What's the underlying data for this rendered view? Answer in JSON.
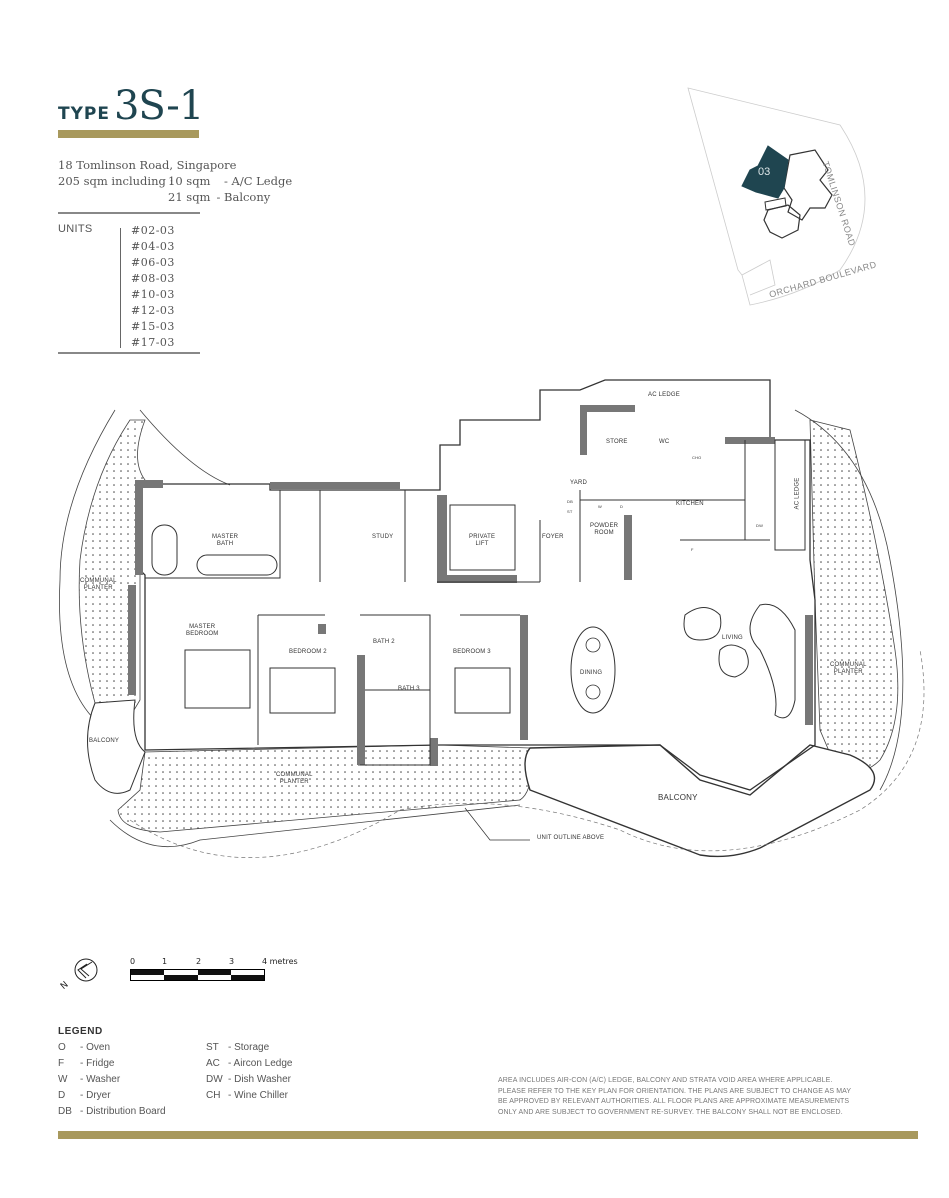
{
  "header": {
    "type_label": "TYPE",
    "type_code": "3S-1",
    "accent_color": "#a8995d",
    "title_color": "#1f4550"
  },
  "address": {
    "line1": "18 Tomlinson Road, Singapore",
    "total_area": "205 sqm including :",
    "inclusions": [
      {
        "area": "10 sqm",
        "label": "- A/C Ledge"
      },
      {
        "area": "21 sqm",
        "label": "- Balcony"
      }
    ]
  },
  "units": {
    "label": "UNITS",
    "list": [
      "#02-03",
      "#04-03",
      "#06-03",
      "#08-03",
      "#10-03",
      "#12-03",
      "#15-03",
      "#17-03"
    ]
  },
  "key_plan": {
    "highlighted_unit": "03",
    "highlight_color": "#1f4550",
    "roads": [
      "TOMLINSON ROAD",
      "ORCHARD BOULEVARD"
    ]
  },
  "floor_plan": {
    "rooms": {
      "ac_ledge_top": "AC LEDGE",
      "store": "STORE",
      "wc": "WC",
      "yard": "YARD",
      "kitchen": "KITCHEN",
      "ac_ledge_side": "AC LEDGE",
      "master_bath": [
        "MASTER",
        "BATH"
      ],
      "study": "STUDY",
      "private_lift": [
        "PRIVATE",
        "LIFT"
      ],
      "foyer": "FOYER",
      "powder_room": [
        "POWDER",
        "ROOM"
      ],
      "communal_planter_left": [
        "COMMUNAL",
        "PLANTER"
      ],
      "master_bedroom": [
        "MASTER",
        "BEDROOM"
      ],
      "bedroom2": "BEDROOM 2",
      "bath2": "BATH 2",
      "bath3": "BATH 3",
      "bedroom3": "BEDROOM 3",
      "dining": "DINING",
      "living": "LIVING",
      "communal_planter_right": [
        "COMMUNAL",
        "PLANTER"
      ],
      "balcony_small": "BALCONY",
      "communal_planter_bottom": [
        "COMMUNAL",
        "PLANTER"
      ],
      "balcony_main": "BALCONY",
      "unit_outline": "UNIT OUTLINE ABOVE"
    },
    "fixtures": {
      "ch": "CHO",
      "db": "DB",
      "st": "ST",
      "w": "W",
      "d": "D",
      "dw": "DW",
      "f": "F"
    }
  },
  "scale_bar": {
    "ticks": [
      "0",
      "1",
      "2",
      "3",
      "4 metres"
    ]
  },
  "compass": {
    "label": "N"
  },
  "legend": {
    "title": "LEGEND",
    "col1": [
      {
        "key": "O",
        "value": "- Oven"
      },
      {
        "key": "F",
        "value": "- Fridge"
      },
      {
        "key": "W",
        "value": "- Washer"
      },
      {
        "key": "D",
        "value": "- Dryer"
      },
      {
        "key": "DB",
        "value": "- Distribution Board"
      }
    ],
    "col2": [
      {
        "key": "ST",
        "value": "- Storage"
      },
      {
        "key": "AC",
        "value": "- Aircon Ledge"
      },
      {
        "key": "DW",
        "value": "- Dish Washer"
      },
      {
        "key": "CH",
        "value": "- Wine Chiller"
      }
    ]
  },
  "disclaimer": [
    "AREA INCLUDES AIR-CON (A/C) LEDGE, BALCONY AND STRATA VOID AREA WHERE APPLICABLE.",
    " PLEASE REFER TO THE KEY PLAN FOR ORIENTATION. THE PLANS ARE SUBJECT TO CHANGE AS MAY",
    "BE APPROVED BY RELEVANT AUTHORITIES. ALL FLOOR PLANS ARE APPROXIMATE MEASUREMENTS",
    "ONLY AND ARE SUBJECT TO GOVERNMENT RE-SURVEY. THE BALCONY SHALL NOT BE ENCLOSED."
  ]
}
